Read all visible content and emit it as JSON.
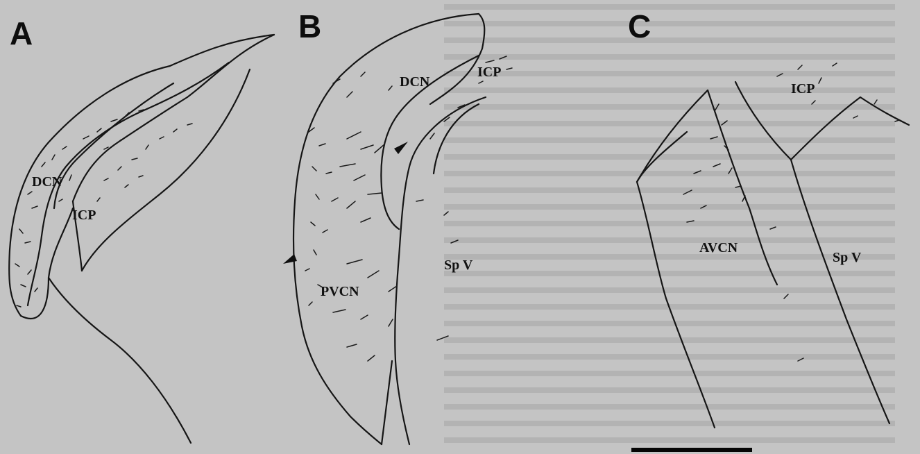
{
  "panels": [
    {
      "id": "A",
      "letter": "A",
      "labels": [
        "DCN",
        "ICP"
      ]
    },
    {
      "id": "B",
      "letter": "B",
      "labels": [
        "DCN",
        "ICP",
        "PVCN",
        "Sp V"
      ]
    },
    {
      "id": "C",
      "letter": "C",
      "labels": [
        "ICP",
        "AVCN",
        "Sp V"
      ]
    }
  ],
  "arrowheads": [
    "arrowhead-B-upper",
    "arrowhead-B-lower"
  ],
  "colors": {
    "background": "#c4c4c4",
    "ink": "#151515",
    "bleed_through_text": "#9c9c9c"
  }
}
